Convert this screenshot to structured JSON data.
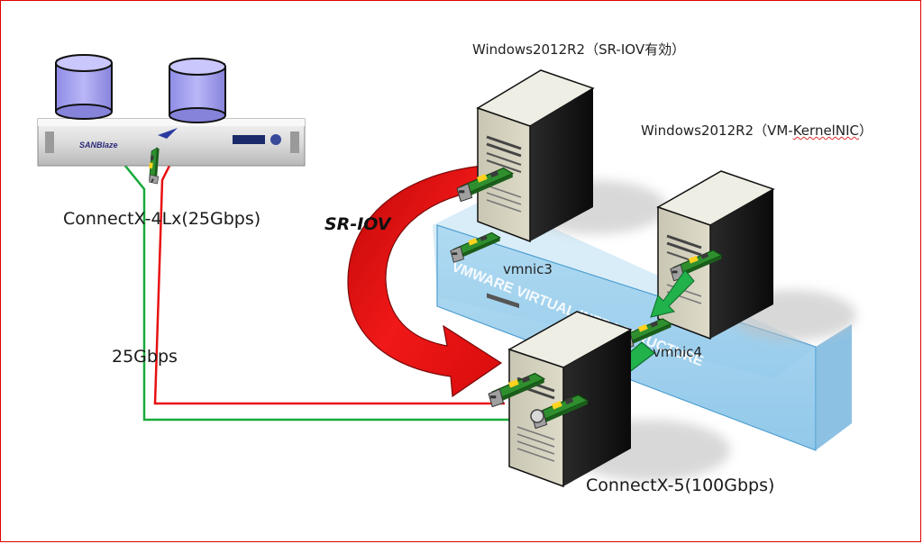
{
  "title_left": "Windows2012R2（SR-IOV有効）",
  "title_right_prefix": "Windows2012R2（VM-",
  "title_right_word": "KernelNIC",
  "title_right_suffix": "）",
  "storage_nic_label": "ConnectX-4Lx(25Gbps)",
  "sriov_label": "SR-IOV",
  "vmnic3_label": "vmnic3",
  "vmnic4_label": "vmnic4",
  "link_speed_label": "25Gbps",
  "host_nic_label": "ConnectX-5(100Gbps)",
  "vmware_band_text": "VMWARE VIRTUAL INFRASTRUCTURE",
  "appliance_brand": "SANBlaze",
  "colors": {
    "frame": "#e00000",
    "red_cable": "#e81010",
    "green_cable": "#1aaa3a",
    "sriov_arrow": "#e41010",
    "green_arrow": "#22b24c",
    "vmware_band": "#8ec8ea",
    "disk_fill": "#a9a6f2"
  },
  "icons": [
    "disk-icon",
    "storage-appliance-icon",
    "nic-card-icon",
    "server-tower-icon"
  ]
}
